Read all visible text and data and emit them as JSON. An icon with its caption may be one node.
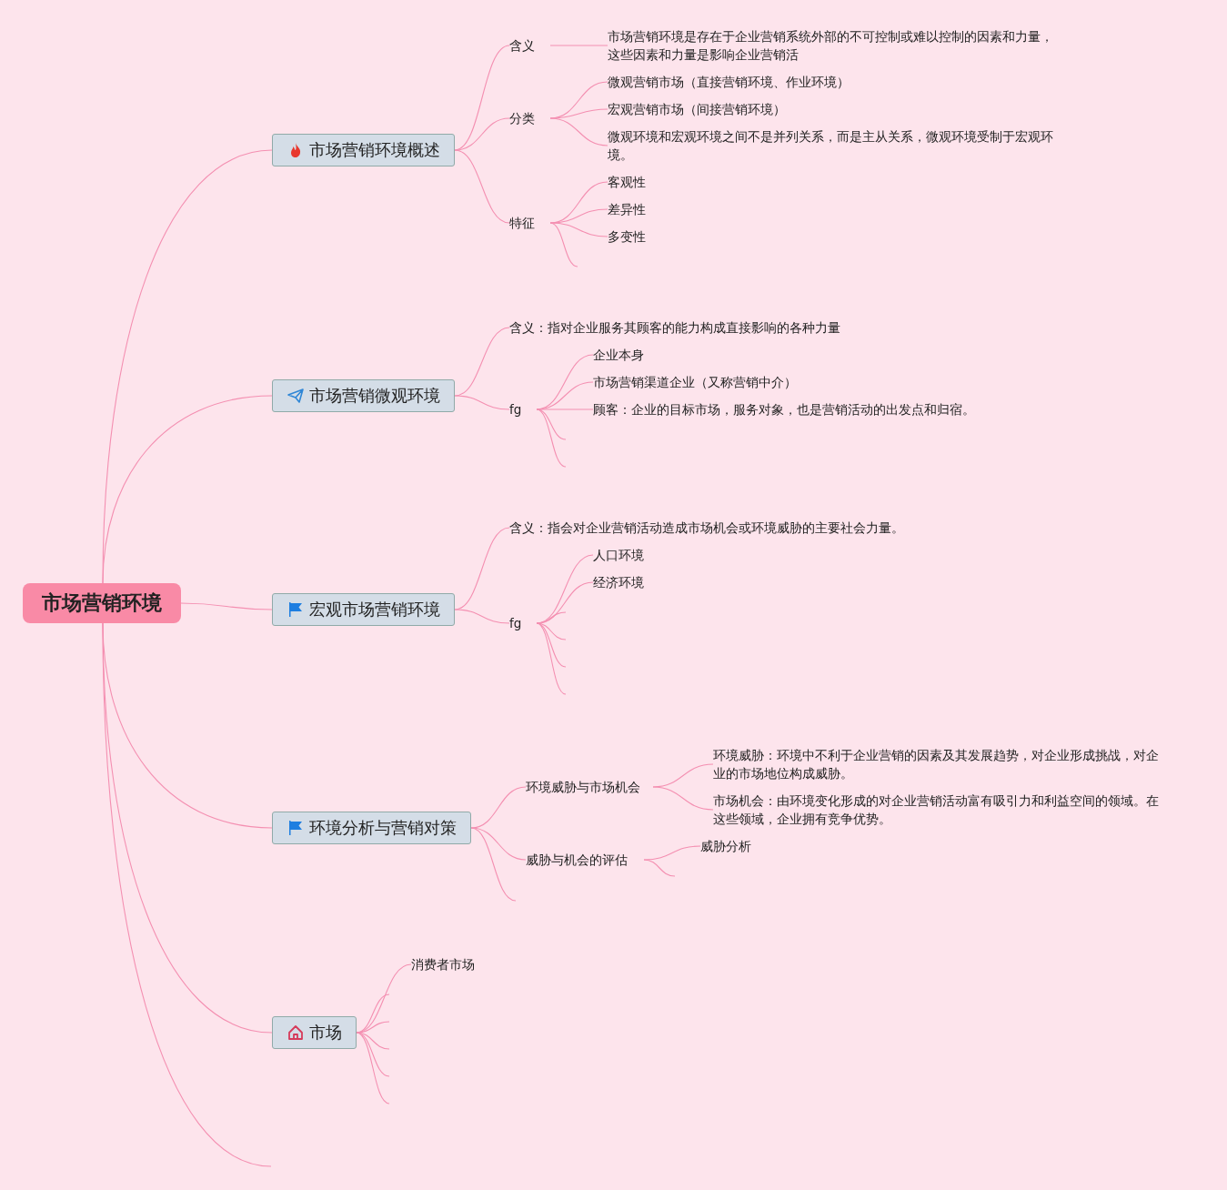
{
  "diagram": {
    "nodes": [
      {
        "text": [
          "市场营销环境"
        ]
      },
      {
        "text": [
          "市场营销环境概述"
        ]
      },
      {
        "text": [
          "含义"
        ]
      },
      {
        "text": [
          "市场营销环境是存在于企业营销系统外部的不可控制或难以控制的因素和力量，这些因素和力量是影响企业营销活"
        ]
      },
      {
        "text": [
          "分类"
        ]
      },
      {
        "text": [
          "微观营销市场（直接营销环境、作业环境）"
        ]
      },
      {
        "text": [
          "宏观营销市场（间接营销环境）"
        ]
      },
      {
        "text": [
          "微观环境和宏观环境之间不是并列关系，而是主从关系，微观环境受制于宏观环境。"
        ]
      },
      {
        "text": [
          "特征"
        ]
      },
      {
        "text": [
          "客观性"
        ]
      },
      {
        "text": [
          "差异性"
        ]
      },
      {
        "text": [
          "多变性"
        ]
      },
      {
        "text": [
          "市场营销微观环境"
        ]
      },
      {
        "text": [
          "含义：指对企业服务其顾客的能力构成直接影响的各种力量"
        ]
      },
      {
        "text": [
          "fg"
        ]
      },
      {
        "text": [
          "企业本身"
        ]
      },
      {
        "text": [
          "市场营销渠道企业（又称营销中介）"
        ]
      },
      {
        "text": [
          "顾客：企业的目标市场，服务对象，也是营销活动的出发点和归宿。"
        ]
      },
      {
        "text": [
          "宏观市场营销环境"
        ]
      },
      {
        "text": [
          "含义：指会对企业营销活动造成市场机会或环境威胁的主要社会力量。"
        ]
      },
      {
        "text": [
          "fg"
        ]
      },
      {
        "text": [
          "人口环境"
        ]
      },
      {
        "text": [
          "经济环境"
        ]
      },
      {
        "text": [
          "环境分析与营销对策"
        ]
      },
      {
        "text": [
          "环境威胁与市场机会"
        ]
      },
      {
        "text": [
          "环境威胁：环境中不利于企业营销的因素及其发展趋势，对企业形成挑战，对企业的市场地位构成威胁。"
        ]
      },
      {
        "text": [
          "市场机会：由环境变化形成的对企业营销活动富有吸引力和利益空间的领域。在这些领域，企业拥有竞争优势。"
        ]
      },
      {
        "text": [
          "威胁与机会的评估"
        ]
      },
      {
        "text": [
          "威胁分析"
        ]
      },
      {
        "text": [
          "市场"
        ]
      },
      {
        "text": [
          "消费者市场"
        ]
      }
    ],
    "edges": [
      {
        "from": 0,
        "to": 1,
        "arrow": "none"
      },
      {
        "from": 0,
        "to": 12,
        "arrow": "none"
      },
      {
        "from": 0,
        "to": 18,
        "arrow": "none"
      },
      {
        "from": 0,
        "to": 23,
        "arrow": "none"
      },
      {
        "from": 0,
        "to": 29,
        "arrow": "none"
      },
      {
        "from": 0,
        "to": null,
        "arrow": "none"
      },
      {
        "from": 1,
        "to": 2,
        "arrow": "none"
      },
      {
        "from": 1,
        "to": 4,
        "arrow": "none"
      },
      {
        "from": 1,
        "to": 8,
        "arrow": "none"
      },
      {
        "from": 2,
        "to": 3,
        "arrow": "none"
      },
      {
        "from": 4,
        "to": 5,
        "arrow": "none"
      },
      {
        "from": 4,
        "to": 6,
        "arrow": "none"
      },
      {
        "from": 4,
        "to": 7,
        "arrow": "none"
      },
      {
        "from": 8,
        "to": 9,
        "arrow": "none"
      },
      {
        "from": 8,
        "to": 10,
        "arrow": "none"
      },
      {
        "from": 8,
        "to": 11,
        "arrow": "none"
      },
      {
        "from": 8,
        "to": null,
        "arrow": "none"
      },
      {
        "from": 12,
        "to": 13,
        "arrow": "none"
      },
      {
        "from": 12,
        "to": 14,
        "arrow": "none"
      },
      {
        "from": 14,
        "to": 15,
        "arrow": "none"
      },
      {
        "from": 14,
        "to": 16,
        "arrow": "none"
      },
      {
        "from": 14,
        "to": 17,
        "arrow": "none"
      },
      {
        "from": 14,
        "to": null,
        "arrow": "none"
      },
      {
        "from": 14,
        "to": null,
        "arrow": "none"
      },
      {
        "from": 18,
        "to": 19,
        "arrow": "none"
      },
      {
        "from": 18,
        "to": 20,
        "arrow": "none"
      },
      {
        "from": 20,
        "to": 21,
        "arrow": "none"
      },
      {
        "from": 20,
        "to": 22,
        "arrow": "none"
      },
      {
        "from": 20,
        "to": null,
        "arrow": "none"
      },
      {
        "from": 20,
        "to": null,
        "arrow": "none"
      },
      {
        "from": 20,
        "to": null,
        "arrow": "none"
      },
      {
        "from": 20,
        "to": null,
        "arrow": "none"
      },
      {
        "from": 23,
        "to": 24,
        "arrow": "none"
      },
      {
        "from": 23,
        "to": 27,
        "arrow": "none"
      },
      {
        "from": 23,
        "to": null,
        "arrow": "none"
      },
      {
        "from": 24,
        "to": 25,
        "arrow": "none"
      },
      {
        "from": 24,
        "to": 26,
        "arrow": "none"
      },
      {
        "from": 27,
        "to": 28,
        "arrow": "none"
      },
      {
        "from": 27,
        "to": null,
        "arrow": "none"
      },
      {
        "from": 29,
        "to": 30,
        "arrow": "none"
      },
      {
        "from": 29,
        "to": null,
        "arrow": "none"
      },
      {
        "from": 29,
        "to": null,
        "arrow": "none"
      },
      {
        "from": 29,
        "to": null,
        "arrow": "none"
      },
      {
        "from": 29,
        "to": null,
        "arrow": "none"
      },
      {
        "from": 29,
        "to": null,
        "arrow": "none"
      }
    ]
  }
}
